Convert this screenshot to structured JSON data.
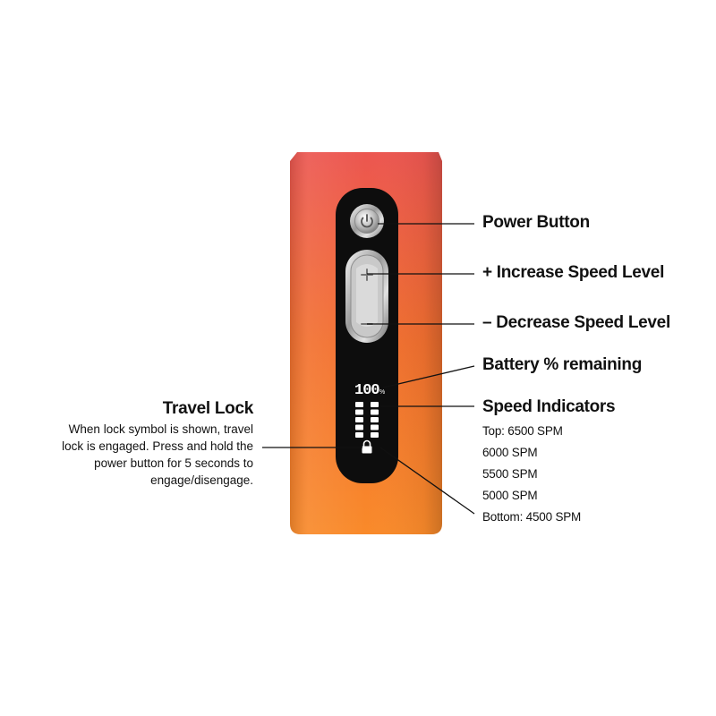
{
  "colors": {
    "body_top": "#ec5650",
    "body_bottom": "#f9892a",
    "panel": "#0d0d0d",
    "led": "#ffffff",
    "leader": "#111111"
  },
  "device": {
    "battery_value": "100",
    "battery_unit": "%",
    "speed_level_count": 5,
    "lock_icon": "padlock-icon",
    "power_icon": "power-icon"
  },
  "callouts": {
    "power_button": "Power Button",
    "increase_speed": "+ Increase Speed Level",
    "decrease_speed": "– Decrease Speed Level",
    "battery": "Battery % remaining",
    "speed_indicators": {
      "title": "Speed Indicators",
      "levels": [
        "Top: 6500 SPM",
        "6000 SPM",
        "5500 SPM",
        "5000 SPM",
        "Bottom: 4500 SPM"
      ]
    },
    "travel_lock": {
      "title": "Travel Lock",
      "lines": [
        "When lock symbol is shown, travel",
        "lock is engaged. Press and hold the",
        "power button for 5 seconds to",
        "engage/disengage."
      ]
    }
  }
}
